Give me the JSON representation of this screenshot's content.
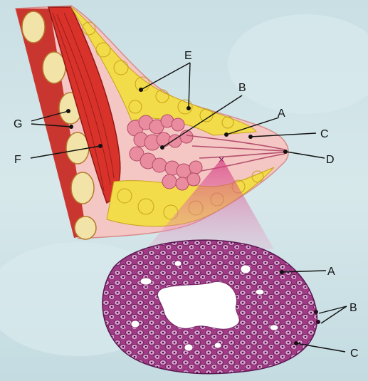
{
  "upper_labels": {
    "A": "A",
    "B": "B",
    "C": "C",
    "D": "D",
    "E": "E",
    "F": "F",
    "G": "G"
  },
  "lower_labels": {
    "A": "A",
    "B": "B",
    "C": "C"
  },
  "colors": {
    "background": "#cfe2e6",
    "muscle": "#d8322b",
    "fat": "#f2dc4a",
    "skin": "#f4c1c1",
    "lobule": "#e98ca0",
    "tissue_purple": "#9b2f7e",
    "cell_fill": "#d59ac8"
  }
}
